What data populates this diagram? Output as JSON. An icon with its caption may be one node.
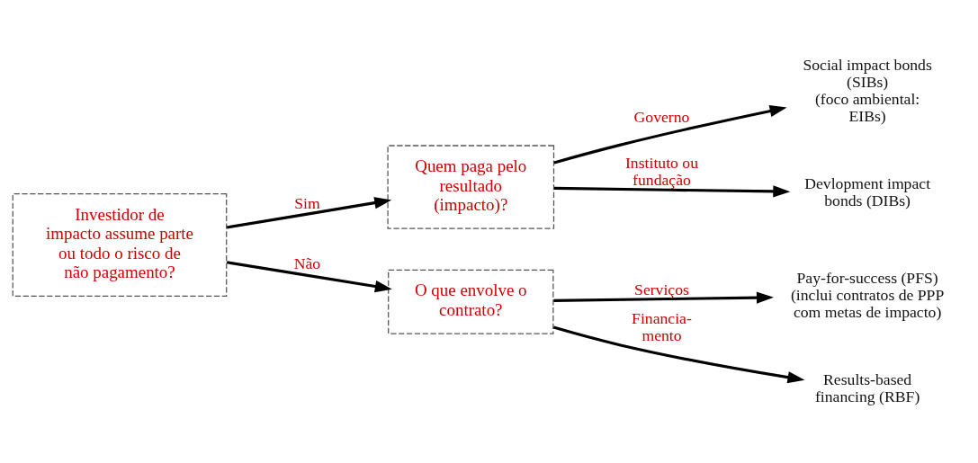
{
  "diagram": {
    "nodes": [
      {
        "text": [
          "Investidor de impacto assume parte ou todo o risco de não pagamento?"
        ]
      },
      {
        "text": [
          "Quem paga pelo resultado (impacto)?"
        ]
      },
      {
        "text": [
          "O que envolve o contrato?"
        ]
      },
      {
        "text": [
          "Social impact bonds (SIBs)",
          "(foco ambiental: EIBs)"
        ]
      },
      {
        "text": [
          "Devlopment impact bonds (DIBs)"
        ]
      },
      {
        "text": [
          "Pay-for-success (PFS)",
          "(inclui contratos de PPP com metas de impacto)"
        ]
      },
      {
        "text": [
          "Results-based financing (RBF)"
        ]
      }
    ],
    "edges": [
      {
        "from": 0,
        "to": 1,
        "arrow": "to",
        "label": "Sim"
      },
      {
        "from": 0,
        "to": 2,
        "arrow": "to",
        "label": "Não"
      },
      {
        "from": 1,
        "to": 3,
        "arrow": "to",
        "label": "Governo"
      },
      {
        "from": 1,
        "to": 4,
        "arrow": "to",
        "label": "Instituto ou fundação"
      },
      {
        "from": 2,
        "to": 5,
        "arrow": "to",
        "label": "Serviços"
      },
      {
        "from": 2,
        "to": 6,
        "arrow": "to",
        "label": "Financia- mento"
      }
    ]
  }
}
